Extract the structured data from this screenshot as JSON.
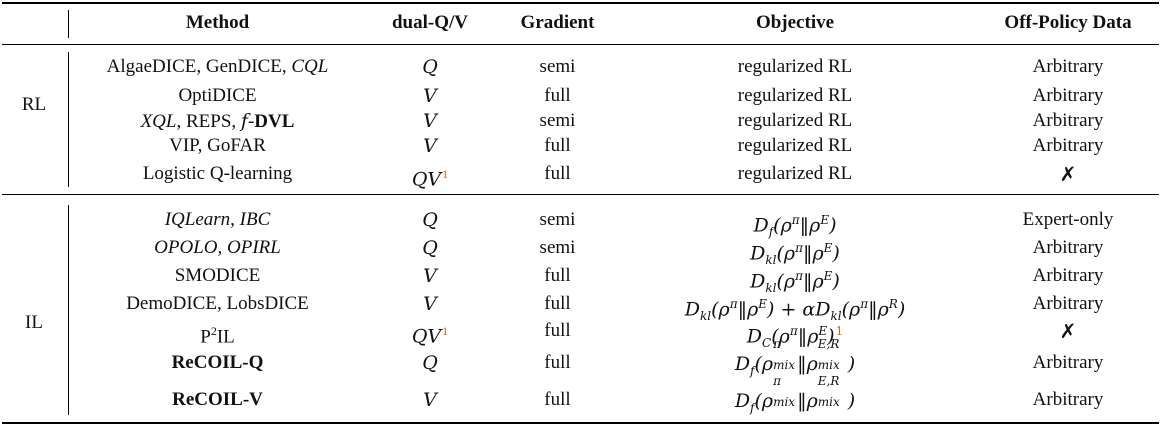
{
  "headers": {
    "group": "",
    "method": "Method",
    "dual": "dual-Q/V",
    "gradient": "Gradient",
    "objective": "Objective",
    "offpolicy": "Off-Policy Data"
  },
  "groups": {
    "rl": "RL",
    "il": "IL"
  },
  "rl_rows": [
    {
      "method_parts": [
        "AlgaeDICE, GenDICE, ",
        "CQL"
      ],
      "dual": "Q",
      "gradient": "semi",
      "objective": "regularized RL",
      "offpolicy": "Arbitrary"
    },
    {
      "method": "OptiDICE",
      "dual": "V",
      "gradient": "full",
      "objective": "regularized RL",
      "offpolicy": "Arbitrary"
    },
    {
      "method_parts": [
        "XQL",
        ", REPS, ",
        "f",
        "-",
        "DVL"
      ],
      "dual": "V",
      "gradient": "semi",
      "objective": "regularized RL",
      "offpolicy": "Arbitrary"
    },
    {
      "method": "VIP, GoFAR",
      "dual": "V",
      "gradient": "full",
      "objective": "regularized RL",
      "offpolicy": "Arbitrary"
    },
    {
      "method": "Logistic Q-learning",
      "dual": "QV",
      "dual_note": "1",
      "gradient": "full",
      "objective": "regularized RL",
      "offpolicy": "✗"
    }
  ],
  "il_rows": [
    {
      "method": "IQLearn, IBC",
      "dual": "Q",
      "gradient": "semi",
      "objective_parts": [
        "D",
        "f",
        "(ρ",
        "π",
        "‖ρ",
        "E",
        ")"
      ],
      "offpolicy": "Expert-only"
    },
    {
      "method": "OPOLO, OPIRL",
      "dual": "Q",
      "gradient": "semi",
      "objective_parts": [
        "D",
        "kl",
        "(ρ",
        "π",
        "‖ρ",
        "E",
        ")"
      ],
      "offpolicy": "Arbitrary"
    },
    {
      "method": "SMODICE",
      "dual": "V",
      "gradient": "full",
      "objective_parts": [
        "D",
        "kl",
        "(ρ",
        "π",
        "‖ρ",
        "E",
        ")"
      ],
      "offpolicy": "Arbitrary"
    },
    {
      "method": "DemoDICE, LobsDICE",
      "dual": "V",
      "gradient": "full",
      "objective_parts": [
        "D",
        "kl",
        "(ρ",
        "π",
        "‖ρ",
        "E",
        ") + αD",
        "kl",
        "(ρ",
        "π",
        "‖ρ",
        "R",
        ")"
      ],
      "offpolicy": "Arbitrary"
    },
    {
      "method_parts": [
        "P",
        "2",
        "IL"
      ],
      "dual": "QV",
      "dual_note": "1",
      "gradient": "full",
      "objective_parts": [
        "D",
        "C",
        "(ρ",
        "π",
        "‖ρ",
        "E",
        ")"
      ],
      "objective_note": "1",
      "offpolicy": "✗"
    },
    {
      "method": "ReCOIL-Q",
      "dual": "Q",
      "gradient": "full",
      "objective_parts": [
        "D",
        "f",
        "(ρ",
        "π",
        "mix",
        "‖ρ",
        "E,R",
        "mix",
        ")"
      ],
      "offpolicy": "Arbitrary"
    },
    {
      "method": "ReCOIL-V",
      "dual": "V",
      "gradient": "full",
      "objective_parts": [
        "D",
        "f",
        "(ρ",
        "π",
        "mix",
        "‖ρ",
        "E,R",
        "mix",
        ")"
      ],
      "offpolicy": "Arbitrary"
    }
  ],
  "colors": {
    "rule": "#000000",
    "footnote": "#c46a12",
    "text": "#111111"
  }
}
